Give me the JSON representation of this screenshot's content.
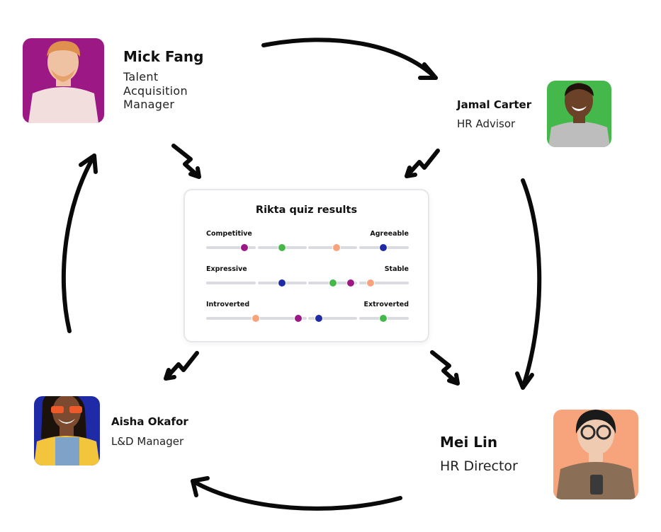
{
  "people": [
    {
      "id": "mick",
      "name": "Mick Fang",
      "role_lines": [
        "Talent",
        "Acquisition",
        "Manager"
      ],
      "bg_color": "#9c1985",
      "shirt_color": "#f3dede",
      "skin_color": "#f0c2a4",
      "hair_color": "#e0904e"
    },
    {
      "id": "jamal",
      "name": "Jamal Carter",
      "role_lines": [
        "HR Advisor"
      ],
      "bg_color": "#45b84b",
      "shirt_color": "#bdbdbd",
      "skin_color": "#6b4128",
      "hair_color": "#1e120b"
    },
    {
      "id": "aisha",
      "name": "Aisha Okafor",
      "role_lines": [
        "L&D Manager"
      ],
      "bg_color": "#1f2aa6",
      "shirt_color": "#f2c53d",
      "skin_color": "#7b4a2f",
      "hair_color": "#1c120c"
    },
    {
      "id": "mei",
      "name": "Mei Lin",
      "role_lines": [
        "HR Director"
      ],
      "bg_color": "#f7a47c",
      "shirt_color": "#8a6e55",
      "skin_color": "#efcbb2",
      "hair_color": "#1a1a1a"
    }
  ],
  "quiz": {
    "title": "Rikta quiz results",
    "traits": [
      {
        "left": "Competitive",
        "right": "Agreeable",
        "markers": [
          {
            "person": "mick",
            "value": 0.19
          },
          {
            "person": "jamal",
            "value": 0.375
          },
          {
            "person": "mei",
            "value": 0.645
          },
          {
            "person": "aisha",
            "value": 0.875
          }
        ]
      },
      {
        "left": "Expressive",
        "right": "Stable",
        "markers": [
          {
            "person": "aisha",
            "value": 0.375
          },
          {
            "person": "jamal",
            "value": 0.625
          },
          {
            "person": "mick",
            "value": 0.715
          },
          {
            "person": "mei",
            "value": 0.81
          }
        ]
      },
      {
        "left": "Introverted",
        "right": "Extroverted",
        "markers": [
          {
            "person": "mei",
            "value": 0.245
          },
          {
            "person": "mick",
            "value": 0.455
          },
          {
            "person": "aisha",
            "value": 0.555
          },
          {
            "person": "jamal",
            "value": 0.875
          }
        ]
      }
    ]
  },
  "colors": {
    "track": "#d9dbe0",
    "arrow": "#0a0a0a"
  },
  "icons": [
    "lightning-icon"
  ]
}
